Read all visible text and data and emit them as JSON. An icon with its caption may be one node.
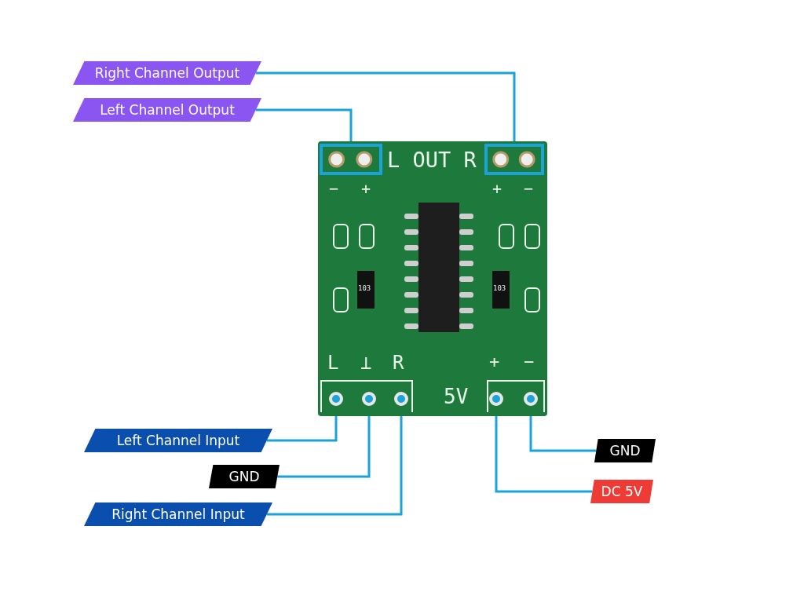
{
  "diagram": {
    "nodes": [
      {
        "text": [],
        "shape": "picture"
      },
      {
        "text": [
          "Right Channel Output"
        ]
      },
      {
        "text": [
          "Left Channel Output"
        ]
      },
      {
        "text": [],
        "shape": "box",
        "in": 0
      },
      {
        "text": [],
        "shape": "box",
        "in": 0
      },
      {
        "text": [
          "Left Channel Input"
        ]
      },
      {
        "text": [
          "GND"
        ]
      },
      {
        "text": [
          "Right Channel Input"
        ]
      },
      {
        "text": [
          "GND"
        ]
      },
      {
        "text": [
          "DC 5V"
        ]
      },
      {
        "text": [],
        "shape": "circle",
        "in": 0
      },
      {
        "text": [],
        "shape": "circle",
        "in": 0
      },
      {
        "text": [],
        "shape": "circle",
        "in": 0
      },
      {
        "text": [],
        "shape": "circle",
        "in": 0
      },
      {
        "text": [],
        "shape": "circle",
        "in": 0
      }
    ],
    "edges": [
      {
        "from": 1,
        "to": 4,
        "arrow": "none"
      },
      {
        "from": 2,
        "to": 3,
        "arrow": "none"
      },
      {
        "from": 5,
        "to": 10,
        "arrow": "none"
      },
      {
        "from": 6,
        "to": 11,
        "arrow": "none"
      },
      {
        "from": 7,
        "to": 12,
        "arrow": "none"
      },
      {
        "from": 8,
        "to": 14,
        "arrow": "none"
      },
      {
        "from": 9,
        "to": 13,
        "arrow": "none"
      }
    ],
    "labels": [
      "L OUT R",
      "−",
      "+",
      "+",
      "−",
      "103",
      "103",
      "L",
      "⊥",
      "R",
      "+",
      "−",
      "5V"
    ]
  }
}
